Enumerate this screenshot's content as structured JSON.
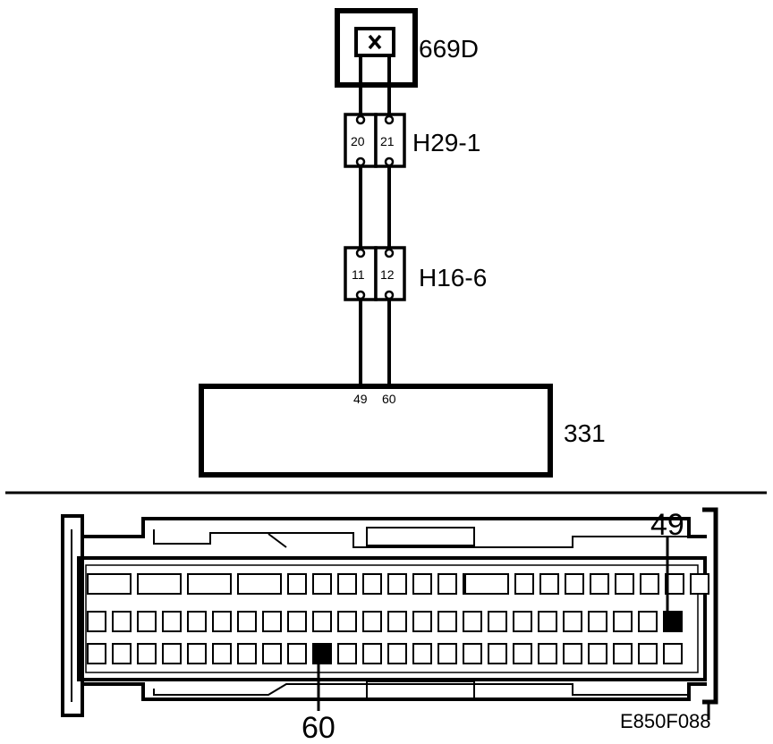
{
  "components": {
    "c669d": {
      "label": "669D",
      "icon": "x-cross-icon"
    },
    "h29": {
      "label": "H29-1",
      "pins": [
        "20",
        "21"
      ]
    },
    "h16": {
      "label": "H16-6",
      "pins": [
        "11",
        "12"
      ]
    },
    "c331": {
      "label": "331",
      "pins": [
        "49",
        "60"
      ]
    }
  },
  "connector": {
    "pin_a": "49",
    "pin_b": "60",
    "rows": 3,
    "highlight_color": "#000000"
  },
  "figure_ref": "E850F088"
}
